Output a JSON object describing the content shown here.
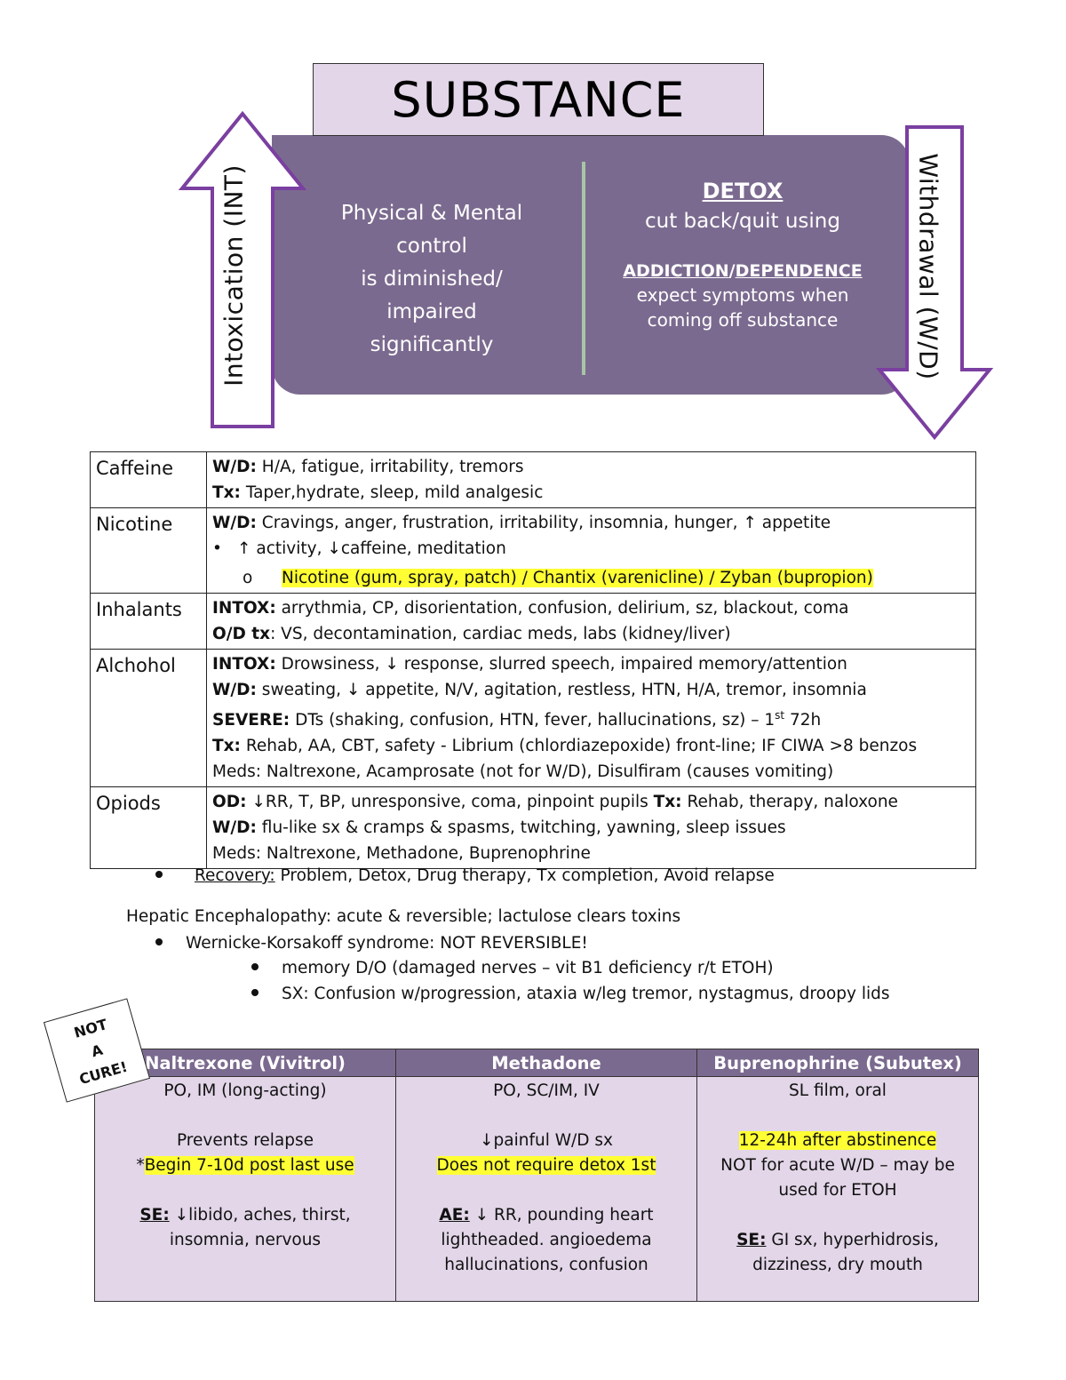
{
  "diagram": {
    "title": "SUBSTANCE",
    "left_arrow_label": "Intoxication (INT)",
    "right_arrow_label": "Withdrawal (W/D)",
    "left_text": [
      "Physical & Mental",
      "control",
      "is diminished/",
      "impaired",
      "significantly"
    ],
    "detox_title": "DETOX",
    "detox_sub": "cut back/quit using",
    "addiction": "ADDICTION",
    "slash": "/",
    "dependence": "DEPENDENCE",
    "expect_text": [
      "expect symptoms when",
      "coming off substance"
    ],
    "colors": {
      "panel": "#7b6a8f",
      "title_bg": "#e2d6e8",
      "arrow_stroke": "#7a3fa0",
      "divider": "#a8c4a6",
      "highlight": "#ffff33"
    }
  },
  "substances": {
    "caffeine": {
      "name": "Caffeine",
      "l1k": "W/D:",
      "l1": " H/A, fatigue, irritability, tremors",
      "l2k": "Tx:",
      "l2": " Taper,hydrate, sleep, mild analgesic"
    },
    "nicotine": {
      "name": "Nicotine",
      "l1k": "W/D:",
      "l1": " Cravings, anger, frustration, irritability, insomnia, hunger, ↑ appetite",
      "bullet_marker": "•",
      "b1": "↑ activity, ↓caffeine, meditation",
      "sub_marker": "o",
      "b2": "Nicotine (gum, spray, patch) / Chantix (varenicline) / Zyban (bupropion)"
    },
    "inhalants": {
      "name": "Inhalants",
      "l1k": "INTOX:",
      "l1": " arrythmia, CP, disorientation, confusion, delirium, sz, blackout, coma",
      "l2k": "O/D tx",
      "l2": ": VS, decontamination, cardiac meds, labs (kidney/liver)"
    },
    "alcohol": {
      "name": "Alchohol",
      "l1k": "INTOX:",
      "l1": " Drowsiness, ↓ response, slurred speech, impaired memory/attention",
      "l2k": "W/D:",
      "l2": " sweating, ↓ appetite, N/V, agitation, restless, HTN, H/A, tremor, insomnia",
      "l3k": "SEVERE:",
      "l3": " DTs (shaking, confusion, HTN, fever, hallucinations, sz) – 1",
      "l3sup": "st",
      "l3end": " 72h",
      "l4k": "Tx:",
      "l4": " Rehab, AA, CBT, safety - Librium (chlordiazepoxide) front-line; IF CIWA >8 benzos",
      "l5": "Meds: Naltrexone, Acamprosate (not for W/D), Disulfiram (causes vomiting)"
    },
    "opioids": {
      "name": "Opiods",
      "l1k": "OD:",
      "l1": " ↓RR, T, BP, unresponsive, coma, pinpoint pupils ",
      "l1k2": "Tx:",
      "l1b": " Rehab, therapy, naloxone",
      "l2k": "W/D:",
      "l2": " flu-like sx & cramps & spasms, twitching, yawning, sleep issues",
      "l3": "Meds: Naltrexone,  Methadone, Buprenophrine"
    }
  },
  "notes": {
    "recovery_label": "Recovery:",
    "recovery_text": " Problem, Detox, Drug therapy, Tx completion, Avoid relapse",
    "hepatic": "Hepatic Encephalopathy: acute & reversible; lactulose clears toxins",
    "wk": "Wernicke-Korsakoff syndrome: NOT REVERSIBLE!",
    "wk1": "memory D/O (damaged nerves – vit B1 deficiency r/t ETOH)",
    "wk2": "SX: Confusion w/progression, ataxia w/leg tremor, nystagmus, droopy lids"
  },
  "sticky": [
    "NOT",
    "A",
    "CURE!"
  ],
  "meds": {
    "naltrexone": {
      "header": "Naltrexone (Vivitrol)",
      "route": "PO, IM (long-acting)",
      "use": "Prevents relapse",
      "star": "*",
      "note": "Begin 7-10d post last use",
      "se_label": "SE:",
      "se": " ↓libido, aches, thirst,",
      "se2": "insomnia, nervous"
    },
    "methadone": {
      "header": "Methadone",
      "route": "PO, SC/IM, IV",
      "use": "↓painful W/D sx",
      "note": "Does not require detox 1st",
      "ae_label": "AE:",
      "ae": " ↓ RR, pounding heart",
      "ae2": "lightheaded. angioedema",
      "ae3": "hallucinations, confusion"
    },
    "buprenorphine": {
      "header": "Buprenophrine (Subutex)",
      "route": "SL film, oral",
      "note": "12-24h after abstinence",
      "use": "NOT for acute W/D – may be",
      "use2": "used for ETOH",
      "se_label": "SE:",
      "se": "  GI sx, hyperhidrosis,",
      "se2": "dizziness, dry mouth"
    }
  }
}
